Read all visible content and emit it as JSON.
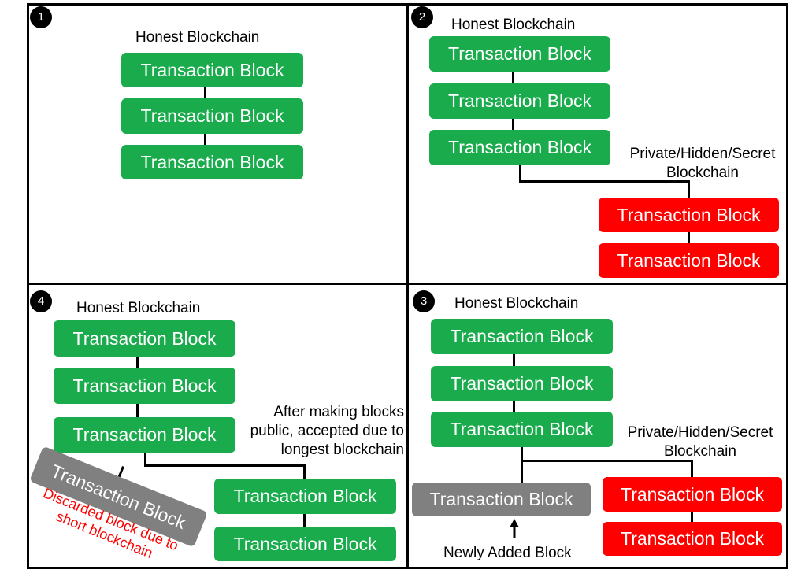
{
  "colors": {
    "honest_block": "#1aab4c",
    "private_block": "#ff0000",
    "discarded_block": "#808080",
    "discard_note": "#ff0000"
  },
  "panels": {
    "p1": {
      "step": "1",
      "chain_label": "Honest Blockchain",
      "blocks": [
        "Transaction Block",
        "Transaction Block",
        "Transaction Block"
      ]
    },
    "p2": {
      "step": "2",
      "chain_label": "Honest Blockchain",
      "blocks": [
        "Transaction Block",
        "Transaction Block",
        "Transaction Block"
      ],
      "private_label": "Private/Hidden/Secret Blockchain",
      "private_blocks": [
        "Transaction Block",
        "Transaction Block"
      ]
    },
    "p3": {
      "step": "3",
      "chain_label": "Honest Blockchain",
      "blocks": [
        "Transaction Block",
        "Transaction Block",
        "Transaction Block"
      ],
      "private_label": "Private/Hidden/Secret Blockchain",
      "private_blocks": [
        "Transaction Block",
        "Transaction Block"
      ],
      "new_block": "Transaction Block",
      "new_block_label": "Newly Added Block"
    },
    "p4": {
      "step": "4",
      "chain_label": "Honest Blockchain",
      "blocks": [
        "Transaction Block",
        "Transaction Block",
        "Transaction Block"
      ],
      "accepted_label": "After making blocks public, accepted due to longest blockchain",
      "accepted_blocks": [
        "Transaction Block",
        "Transaction Block"
      ],
      "discarded_block": "Transaction Block",
      "discarded_label": "Discarded block due to short blockchain"
    }
  }
}
